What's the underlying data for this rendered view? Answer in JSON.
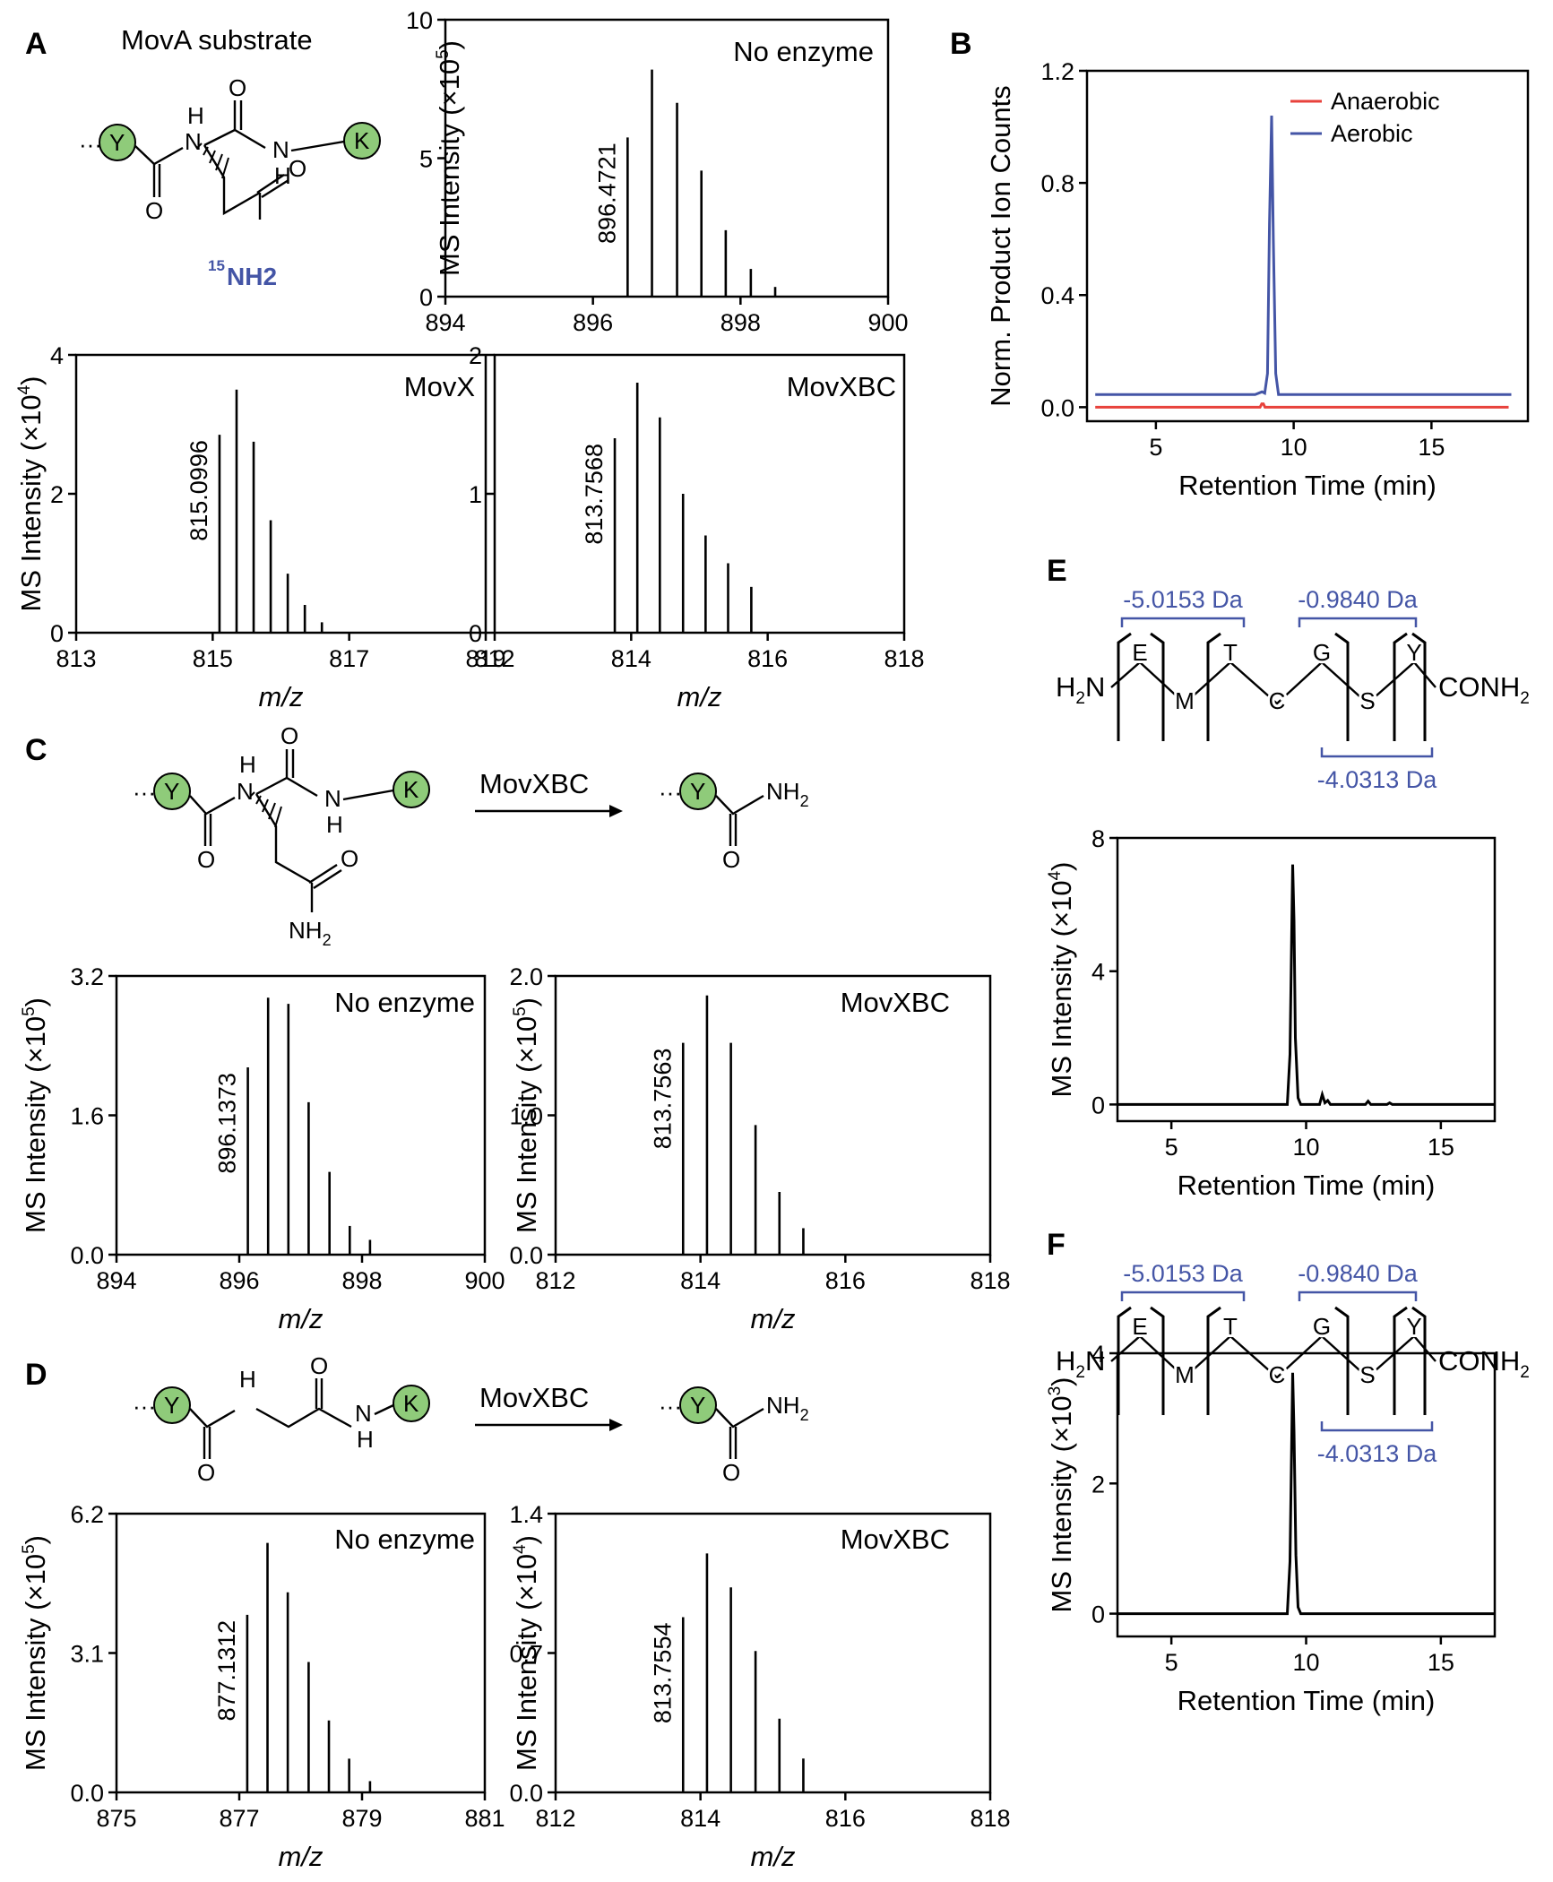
{
  "panels": {
    "A": {
      "label": "A",
      "substrate_title": "MovA substrate",
      "isotope": "15",
      "nh2": "NH2",
      "atoms": {
        "h1": "H",
        "o1": "O",
        "n2": "N",
        "h2": "H",
        "o2": "O",
        "o3": "O",
        "n1": "N",
        "y": "Y",
        "k": "K",
        "dots": "···"
      }
    },
    "B": {
      "label": "B"
    },
    "C": {
      "label": "C",
      "arrow_label": "MovXBC",
      "nh2": "NH",
      "sub2": "2",
      "atoms": {
        "h1": "H",
        "o1": "O",
        "n2": "N",
        "h2": "H",
        "o2": "O",
        "o3": "O",
        "n1": "N",
        "y": "Y",
        "k": "K",
        "y2": "Y",
        "o4": "O",
        "dots": "···"
      }
    },
    "D": {
      "label": "D",
      "arrow_label": "MovXBC",
      "nh2": "NH",
      "sub2": "2",
      "atoms": {
        "h1": "H",
        "o1": "O",
        "n2": "N",
        "h2": "H",
        "o2": "O",
        "y": "Y",
        "k": "K",
        "y2": "Y",
        "o4": "O",
        "dots": "···"
      }
    },
    "E": {
      "label": "E",
      "left_shift": "-5.0153 Da",
      "right_shift": "-0.9840 Da",
      "bottom_shift": "-4.0313 Da",
      "h2n": "H",
      "sub2": "2",
      "h2n_n": "N",
      "conh2": "CONH",
      "residues": [
        "E",
        "M",
        "T",
        "C",
        "G",
        "S",
        "Y"
      ]
    },
    "F": {
      "label": "F",
      "left_shift": "-5.0153 Da",
      "right_shift": "-0.9840 Da",
      "bottom_shift": "-4.0313 Da",
      "h2n": "H",
      "sub2": "2",
      "h2n_n": "N",
      "conh2": "CONH",
      "residues": [
        "E",
        "M",
        "T",
        "C",
        "G",
        "S",
        "Y"
      ]
    }
  },
  "chart_data": [
    {
      "id": "A-no-enzyme",
      "type": "bar",
      "title": "No enzyme",
      "ylabel": "MS Intensity (×10",
      "ylabel_exp": "5",
      "ylabel_close": ")",
      "xlim": [
        894,
        900
      ],
      "ylim": [
        0,
        10
      ],
      "xticks": [
        "894",
        "896",
        "898",
        "900"
      ],
      "yticks": [
        "0",
        "5",
        "10"
      ],
      "peak_label": "896.4721",
      "x": [
        896.47,
        896.8,
        897.14,
        897.47,
        897.8,
        898.14,
        898.47
      ],
      "values": [
        5.75,
        8.2,
        7.0,
        4.55,
        2.4,
        1.0,
        0.35
      ]
    },
    {
      "id": "A-movx",
      "type": "bar",
      "title": "MovX",
      "ylabel": "MS Intensity (×10",
      "ylabel_exp": "4",
      "ylabel_close": ")",
      "xlabel": "m/z",
      "xlim": [
        813,
        819
      ],
      "ylim": [
        0,
        4
      ],
      "xticks": [
        "813",
        "815",
        "817",
        "819"
      ],
      "yticks": [
        "0",
        "2",
        "4"
      ],
      "peak_label": "815.0996",
      "x": [
        815.1,
        815.35,
        815.6,
        815.85,
        816.1,
        816.35,
        816.6
      ],
      "values": [
        2.85,
        3.5,
        2.75,
        1.62,
        0.85,
        0.4,
        0.15
      ]
    },
    {
      "id": "A-movxbc",
      "type": "bar",
      "title": "MovXBC",
      "ylabel": "",
      "xlabel": "m/z",
      "xlim": [
        812,
        818
      ],
      "ylim": [
        0,
        2
      ],
      "xticks": [
        "812",
        "814",
        "816",
        "818"
      ],
      "yticks": [
        "0",
        "1",
        "2"
      ],
      "peak_label": "813.7568",
      "x": [
        813.76,
        814.09,
        814.42,
        814.76,
        815.09,
        815.42,
        815.76
      ],
      "values": [
        1.4,
        1.8,
        1.55,
        1.0,
        0.7,
        0.5,
        0.33
      ]
    },
    {
      "id": "B-product-ion",
      "type": "line",
      "ylabel": "Norm. Product Ion Counts",
      "xlabel": "Retention Time (min)",
      "xlim": [
        2.5,
        18.5
      ],
      "ylim": [
        -0.05,
        1.2
      ],
      "xticks": [
        "5",
        "10",
        "15"
      ],
      "yticks": [
        "0.0",
        "0.4",
        "0.8",
        "1.2"
      ],
      "series": [
        {
          "name": "Anaerobic",
          "color": "#e8423c",
          "x": [
            2.8,
            8.78,
            8.84,
            8.9,
            8.96,
            17.8
          ],
          "y": [
            0,
            0,
            0.012,
            0.012,
            0,
            0
          ]
        },
        {
          "name": "Aerobic",
          "color": "#4455a6",
          "x": [
            2.8,
            8.6,
            8.85,
            8.95,
            9.05,
            9.12,
            9.2,
            9.26,
            9.35,
            9.45,
            17.9
          ],
          "y": [
            0.045,
            0.045,
            0.055,
            0.05,
            0.12,
            0.65,
            1.04,
            0.6,
            0.12,
            0.045,
            0.045
          ]
        }
      ]
    },
    {
      "id": "C-no-enzyme",
      "type": "bar",
      "title": "No enzyme",
      "ylabel": "MS Intensity (×10",
      "ylabel_exp": "5",
      "ylabel_close": ")",
      "xlabel": "m/z",
      "xlim": [
        894,
        900
      ],
      "ylim": [
        0,
        3.2
      ],
      "xticks": [
        "894",
        "896",
        "898",
        "900"
      ],
      "yticks": [
        "0.0",
        "1.6",
        "3.2"
      ],
      "peak_label": "896.1373",
      "x": [
        896.14,
        896.47,
        896.8,
        897.13,
        897.47,
        897.8,
        898.13
      ],
      "values": [
        2.15,
        2.95,
        2.88,
        1.75,
        0.95,
        0.33,
        0.17
      ]
    },
    {
      "id": "C-movxbc",
      "type": "bar",
      "title": "MovXBC",
      "ylabel": "MS Intensity (×10",
      "ylabel_exp": "5",
      "ylabel_close": ")",
      "xlabel": "m/z",
      "xlim": [
        812,
        818
      ],
      "ylim": [
        0,
        2.0
      ],
      "xticks": [
        "812",
        "814",
        "816",
        "818"
      ],
      "yticks": [
        "0.0",
        "1.0",
        "2.0"
      ],
      "peak_label": "813.7563",
      "x": [
        813.76,
        814.09,
        814.42,
        814.76,
        815.09,
        815.42
      ],
      "values": [
        1.52,
        1.86,
        1.52,
        0.93,
        0.45,
        0.19
      ]
    },
    {
      "id": "D-no-enzyme",
      "type": "bar",
      "title": "No enzyme",
      "ylabel": "MS Intensity (×10",
      "ylabel_exp": "5",
      "ylabel_close": ")",
      "xlabel": "m/z",
      "xlim": [
        875,
        881
      ],
      "ylim": [
        0,
        6.2
      ],
      "xticks": [
        "875",
        "877",
        "879",
        "881"
      ],
      "yticks": [
        "0.0",
        "3.1",
        "6.2"
      ],
      "peak_label": "877.1312",
      "x": [
        877.13,
        877.46,
        877.79,
        878.13,
        878.46,
        878.79,
        879.13
      ],
      "values": [
        3.95,
        5.55,
        4.45,
        2.9,
        1.6,
        0.75,
        0.25
      ]
    },
    {
      "id": "D-movxbc",
      "type": "bar",
      "title": "MovXBC",
      "ylabel": "MS Intensity (×10",
      "ylabel_exp": "4",
      "ylabel_close": ")",
      "xlabel": "m/z",
      "xlim": [
        812,
        818
      ],
      "ylim": [
        0,
        1.4
      ],
      "xticks": [
        "812",
        "814",
        "816",
        "818"
      ],
      "yticks": [
        "0.0",
        "0.7",
        "1.4"
      ],
      "peak_label": "813.7554",
      "x": [
        813.76,
        814.09,
        814.42,
        814.76,
        815.09,
        815.42
      ],
      "values": [
        0.88,
        1.2,
        1.03,
        0.71,
        0.37,
        0.17
      ]
    },
    {
      "id": "E-eic",
      "type": "line",
      "ylabel": "MS Intensity (×10",
      "ylabel_exp": "4",
      "ylabel_close": ")",
      "xlabel": "Retention Time (min)",
      "xlim": [
        3,
        17
      ],
      "ylim": [
        -0.5,
        8
      ],
      "xticks": [
        "5",
        "10",
        "15"
      ],
      "yticks": [
        "0",
        "4",
        "8"
      ],
      "series": [
        {
          "name": "",
          "color": "#000000",
          "x": [
            3,
            9.3,
            9.4,
            9.5,
            9.55,
            9.6,
            9.7,
            9.8,
            10.5,
            10.6,
            10.7,
            10.8,
            10.9,
            12.2,
            12.3,
            12.4,
            13.0,
            13.1,
            13.2,
            17
          ],
          "y": [
            0,
            0,
            1.5,
            7.2,
            5.5,
            2.0,
            0.2,
            0,
            0,
            0.3,
            0.05,
            0.12,
            0,
            0,
            0.1,
            0,
            0,
            0.05,
            0,
            0
          ]
        }
      ]
    },
    {
      "id": "F-eic",
      "type": "line",
      "ylabel": "MS Intensity (×10",
      "ylabel_exp": "3",
      "ylabel_close": ")",
      "xlabel": "Retention Time (min)",
      "xlim": [
        3,
        17
      ],
      "ylim": [
        -0.35,
        4
      ],
      "xticks": [
        "5",
        "10",
        "15"
      ],
      "yticks": [
        "0",
        "2",
        "4"
      ],
      "series": [
        {
          "name": "",
          "color": "#000000",
          "x": [
            3,
            9.3,
            9.4,
            9.5,
            9.55,
            9.62,
            9.7,
            9.8,
            17
          ],
          "y": [
            0,
            0,
            0.8,
            3.7,
            2.8,
            0.9,
            0.1,
            0,
            0
          ]
        }
      ]
    }
  ]
}
